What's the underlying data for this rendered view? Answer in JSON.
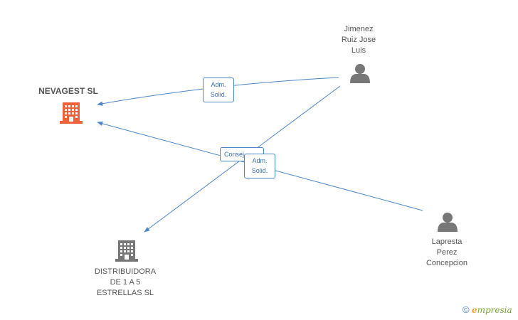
{
  "nodes": {
    "nevagest": {
      "name": "NEVAGEST SL",
      "color": "#f0613a"
    },
    "distribuidora": {
      "lines": [
        "DISTRIBUIDORA",
        "DE 1 A 5",
        "ESTRELLAS SL"
      ],
      "color": "#777777"
    },
    "jimenez": {
      "lines": [
        "Jimenez",
        "Ruiz Jose",
        "Luis"
      ],
      "color": "#777777"
    },
    "lapresta": {
      "lines": [
        "Lapresta",
        "Perez",
        "Concepcion"
      ],
      "color": "#777777"
    }
  },
  "edges": {
    "jimenez_nevagest": {
      "lines": [
        "Adm.",
        "Solid."
      ]
    },
    "jimenez_distribuidora": {
      "lines": [
        "Consej."
      ]
    },
    "lapresta_nevagest": {
      "lines": [
        "Adm.",
        "Solid."
      ]
    }
  },
  "colors": {
    "edge": "#4a86c8"
  },
  "brand": {
    "copyright": "©",
    "e": "e",
    "rest": "mpresia"
  }
}
